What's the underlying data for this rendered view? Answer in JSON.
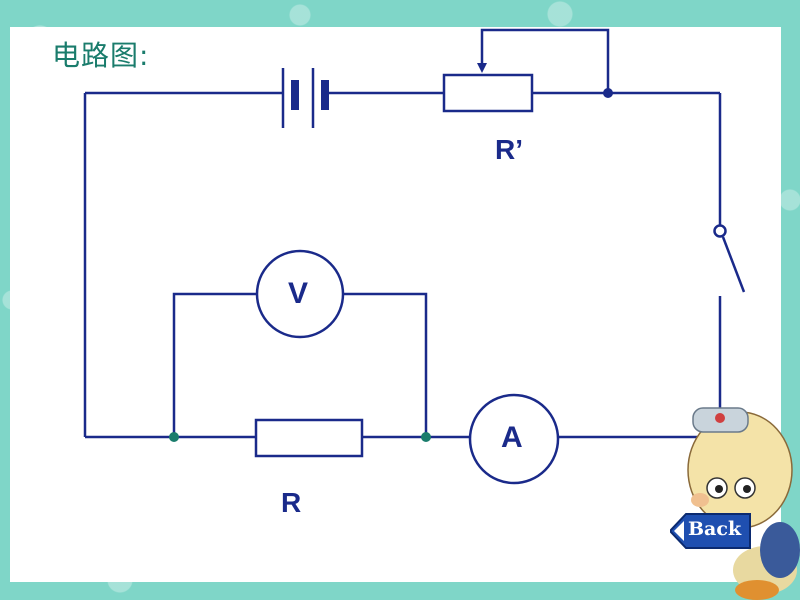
{
  "slide": {
    "title": "电路图:",
    "back_label": "Back"
  },
  "diagram": {
    "components": [
      {
        "id": "battery",
        "type": "battery"
      },
      {
        "id": "rheostat",
        "type": "sliding-rheostat",
        "label": "R’"
      },
      {
        "id": "switch",
        "type": "switch-open"
      },
      {
        "id": "resistor",
        "type": "resistor",
        "label": "R"
      },
      {
        "id": "ammeter",
        "type": "meter",
        "label": "A"
      },
      {
        "id": "voltmeter",
        "type": "meter",
        "label": "V"
      }
    ],
    "labels": {
      "rheostat": "R’",
      "resistor": "R",
      "ammeter": "A",
      "voltmeter": "V"
    },
    "colors": {
      "wire": "#1a2a8a",
      "junction_top": "#1a2a8a",
      "junction_bottom": "#1a7c6c",
      "title": "#1a7c6c",
      "background": "#7fd6c8"
    }
  }
}
